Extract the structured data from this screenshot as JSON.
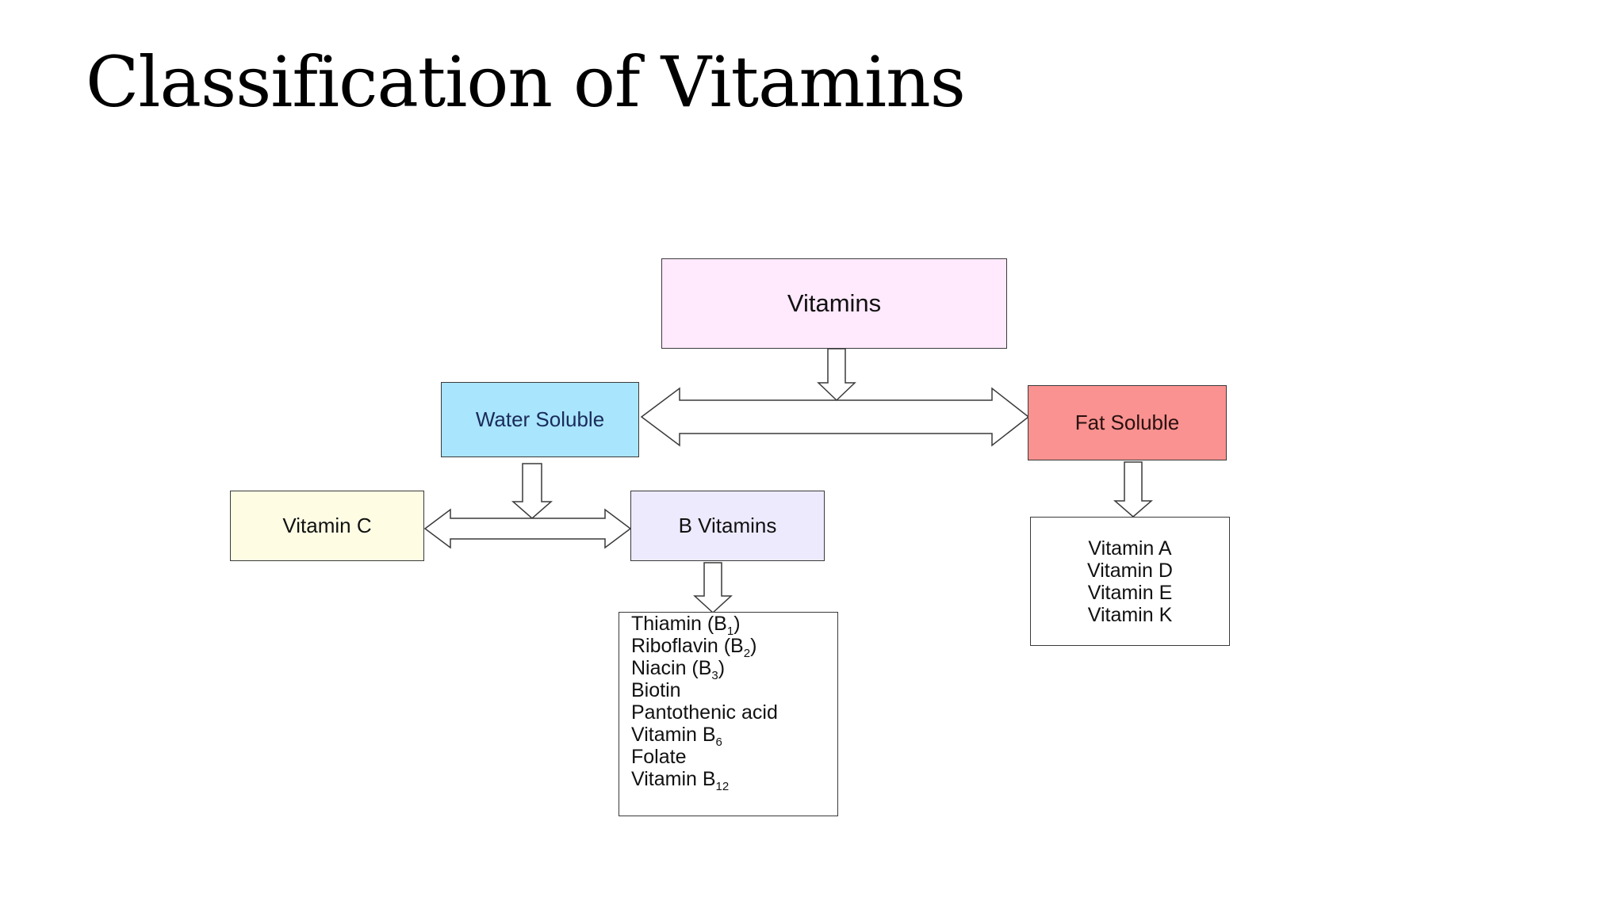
{
  "title": "Classification of Vitamins",
  "diagram": {
    "root": "Vitamins",
    "water_soluble": "Water Soluble",
    "fat_soluble": "Fat Soluble",
    "vitamin_c": "Vitamin C",
    "b_vitamins": "B Vitamins",
    "b_list": [
      {
        "text": "Thiamin (B",
        "sub": "1",
        "tail": ")"
      },
      {
        "text": "Riboflavin (B",
        "sub": "2",
        "tail": ")"
      },
      {
        "text": "Niacin (B",
        "sub": "3",
        "tail": ")"
      },
      {
        "text": "Biotin",
        "sub": "",
        "tail": ""
      },
      {
        "text": "Pantothenic acid",
        "sub": "",
        "tail": ""
      },
      {
        "text": "Vitamin B",
        "sub": "6",
        "tail": ""
      },
      {
        "text": "Folate",
        "sub": "",
        "tail": ""
      },
      {
        "text": "Vitamin B",
        "sub": "12",
        "tail": ""
      }
    ],
    "fat_list": [
      "Vitamin A",
      "Vitamin D",
      "Vitamin E",
      "Vitamin K"
    ]
  },
  "colors": {
    "root_fill": "#ffe9fc",
    "water_fill": "#a9e5fc",
    "fat_fill": "#f99290",
    "vitamin_c_fill": "#fefde4",
    "b_vitamins_fill": "#eeeafe"
  }
}
